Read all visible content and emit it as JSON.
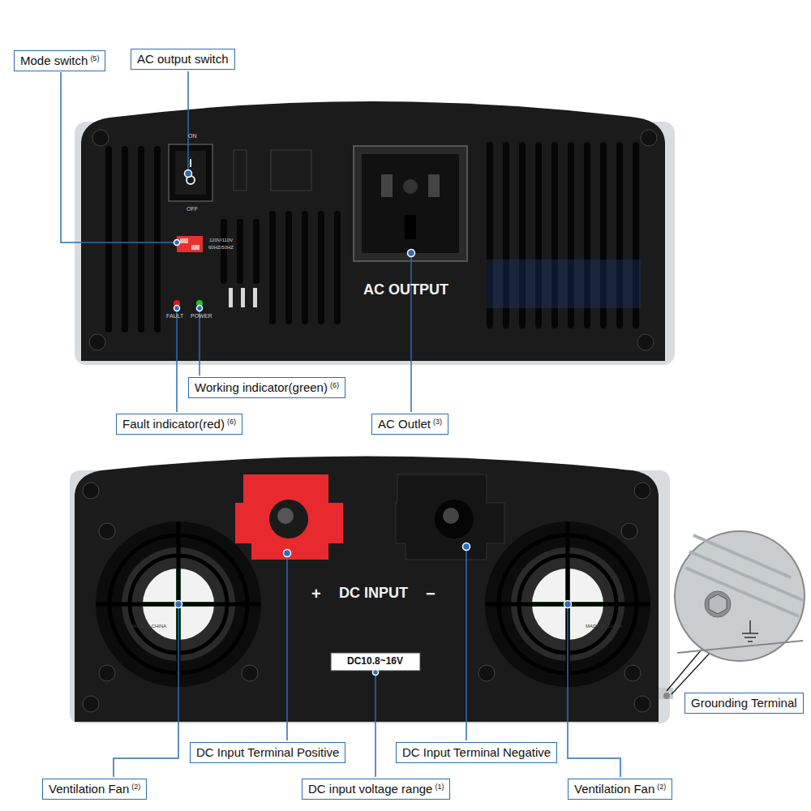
{
  "diagram": {
    "nodes": [
      {
        "text": [
          "Mode switch",
          "(5)"
        ]
      },
      {
        "text": [
          "AC output switch"
        ]
      },
      {
        "text": [
          "Working indicator(green)",
          "(6)"
        ]
      },
      {
        "text": [
          "Fault indicator(red)",
          "(6)"
        ]
      },
      {
        "text": [
          "AC Outlet",
          "(3)"
        ]
      },
      {
        "text": [
          "Grounding Terminal"
        ]
      },
      {
        "text": [
          "DC Input Terminal Positive"
        ]
      },
      {
        "text": [
          "DC Input Terminal Negative"
        ]
      },
      {
        "text": [
          "Ventilation Fan",
          "(2)"
        ]
      },
      {
        "text": [
          "DC input voltage range",
          "(1)"
        ]
      },
      {
        "text": [
          "Ventilation Fan",
          "(2)"
        ]
      }
    ],
    "labels": [
      "ON",
      "OFF",
      "120V/110V",
      "60HZ/50HZ",
      "FAULT",
      "POWER",
      "AC OUTPUT",
      "+",
      "DC INPUT",
      "−",
      "DC10.8~16V",
      "MADE IN CHINA",
      "MADE IN CHINA"
    ]
  }
}
